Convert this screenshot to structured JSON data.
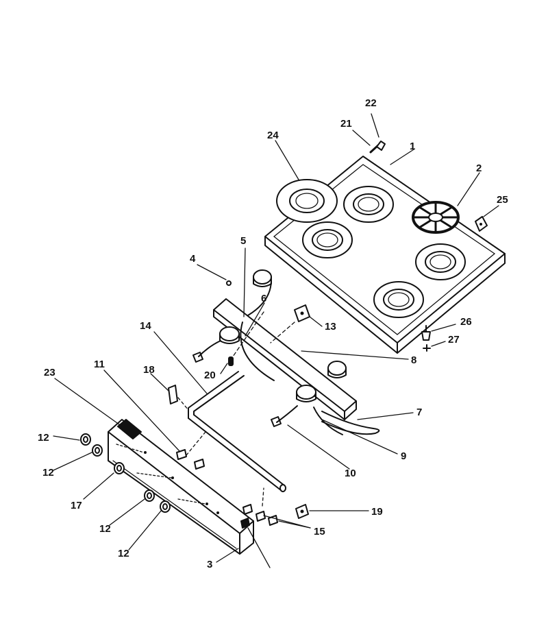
{
  "callouts": [
    "1",
    "2",
    "3",
    "4",
    "5",
    "6",
    "7",
    "8",
    "9",
    "10",
    "11",
    "12",
    "12",
    "12",
    "12",
    "13",
    "14",
    "15",
    "17",
    "18",
    "19",
    "20",
    "21",
    "22",
    "23",
    "24",
    "25",
    "26",
    "27"
  ],
  "colors": {
    "ink": "#111111",
    "paper": "#ffffff"
  }
}
